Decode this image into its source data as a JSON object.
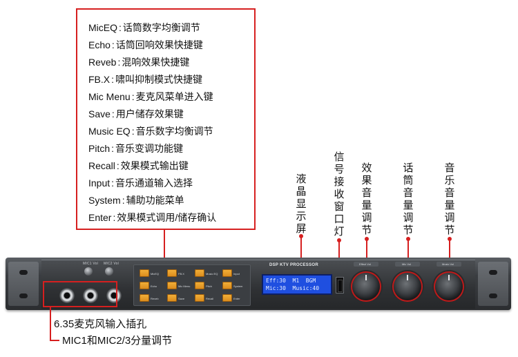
{
  "legend": {
    "items": [
      {
        "key": "MicEQ",
        "sep": ":",
        "desc": "话筒数字均衡调节"
      },
      {
        "key": "Echo",
        "sep": ":",
        "desc": "话筒回响效果快捷键"
      },
      {
        "key": "Reveb",
        "sep": ":",
        "desc": "混响效果快捷键"
      },
      {
        "key": "FB.X",
        "sep": ":",
        "desc": "啸叫抑制模式快捷键"
      },
      {
        "key": "Mic Menu",
        "sep": ":",
        "desc": "麦克风菜单进入键"
      },
      {
        "key": "Save",
        "sep": ":",
        "desc": "用户储存效果键"
      },
      {
        "key": "Music EQ",
        "sep": ":",
        "desc": "音乐数字均衡调节"
      },
      {
        "key": "Pitch",
        "sep": ":",
        "desc": "音乐变调功能键"
      },
      {
        "key": "Recall",
        "sep": ":",
        "desc": "效果模式输出键"
      },
      {
        "key": "Input",
        "sep": ":",
        "desc": "音乐通道输入选择"
      },
      {
        "key": "System",
        "sep": ":",
        "desc": "辅助功能菜单"
      },
      {
        "key": "Enter",
        "sep": ":",
        "desc": "效果模式调用/储存确认"
      }
    ]
  },
  "vertical_labels": {
    "lcd": "液晶显示屏",
    "signal_led": "信号接收窗口灯",
    "effect_volume": "效果音量调节",
    "mic_volume": "话筒音量调节",
    "music_volume": "音乐音量调节"
  },
  "device": {
    "brand": "DSP KTV PROCESSOR",
    "lcd_line1": "Eff:30  M1  BGM",
    "lcd_line2": "Mic:30  Music:40",
    "mic_vol_labels": [
      "MIC1 Vol",
      "MIC2 Vol"
    ],
    "key_labels": [
      "MicEQ",
      "FB.X",
      "Music EQ",
      "Input",
      "Echo",
      "Mic Menu",
      "Pitch",
      "System",
      "Reveb",
      "Save",
      "Recall",
      "Enter"
    ],
    "knob_labels": [
      "Effect Vol",
      "Mic Vol",
      "Music Vol"
    ]
  },
  "bottom": {
    "jack_label": "6.35麦克风输入插孔",
    "mic_adjust_label": "MIC1和MIC2/3分量调节"
  },
  "colors": {
    "accent": "#d61f1f",
    "lcd": "#1f4fe0",
    "key": "#f3b23b"
  }
}
